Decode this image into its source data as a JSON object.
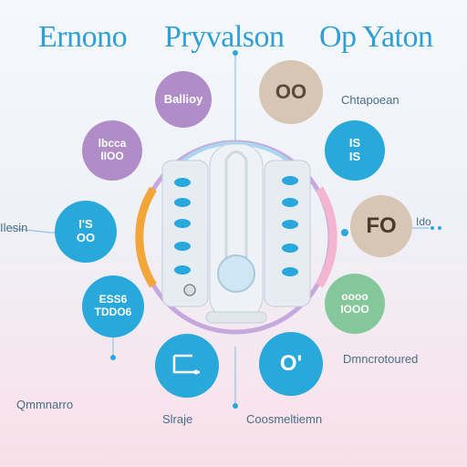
{
  "title": {
    "part1": "Ernono",
    "part2": "Pryvalson",
    "part3": "Op Yaton"
  },
  "nodes": {
    "top_left": {
      "label": "Ballioy",
      "color": "#b08cc8"
    },
    "top_right": {
      "label": "OO",
      "color": "#d8c6b4"
    },
    "left_upper": {
      "label": "lbcca\nIIOO",
      "color": "#b08cc8"
    },
    "right_upper": {
      "label": "IS\nIS",
      "color": "#29a8dc"
    },
    "left_mid": {
      "label": "I'S\nOO",
      "color": "#29a8dc"
    },
    "right_mid": {
      "label": "FO",
      "color": "#d8c6b4"
    },
    "left_lower": {
      "label": "ESS6\nTDDO6",
      "color": "#29a8dc"
    },
    "right_lower": {
      "label": "oooo\nIOOO",
      "color": "#84c79a"
    },
    "bottom_left": {
      "label": "",
      "color": "#29a8dc"
    },
    "bottom_right": {
      "label": "O'",
      "color": "#29a8dc"
    }
  },
  "labels": {
    "top_right_ext": "Chtapoean",
    "left_ext": "Ilesin",
    "right_ext": "Ido",
    "bottom_right_ext": "Dmncrotoured",
    "bottom_left_ext": "Qmmnarro",
    "bottom_center_left": "Slraje",
    "bottom_center_right": "Coosmeltiemn"
  },
  "colors": {
    "accent_blue": "#29a8dc",
    "purple": "#b08cc8",
    "beige": "#d8c6b4",
    "green": "#84c79a",
    "orange": "#f2a63a",
    "pink": "#f3b5cf"
  }
}
